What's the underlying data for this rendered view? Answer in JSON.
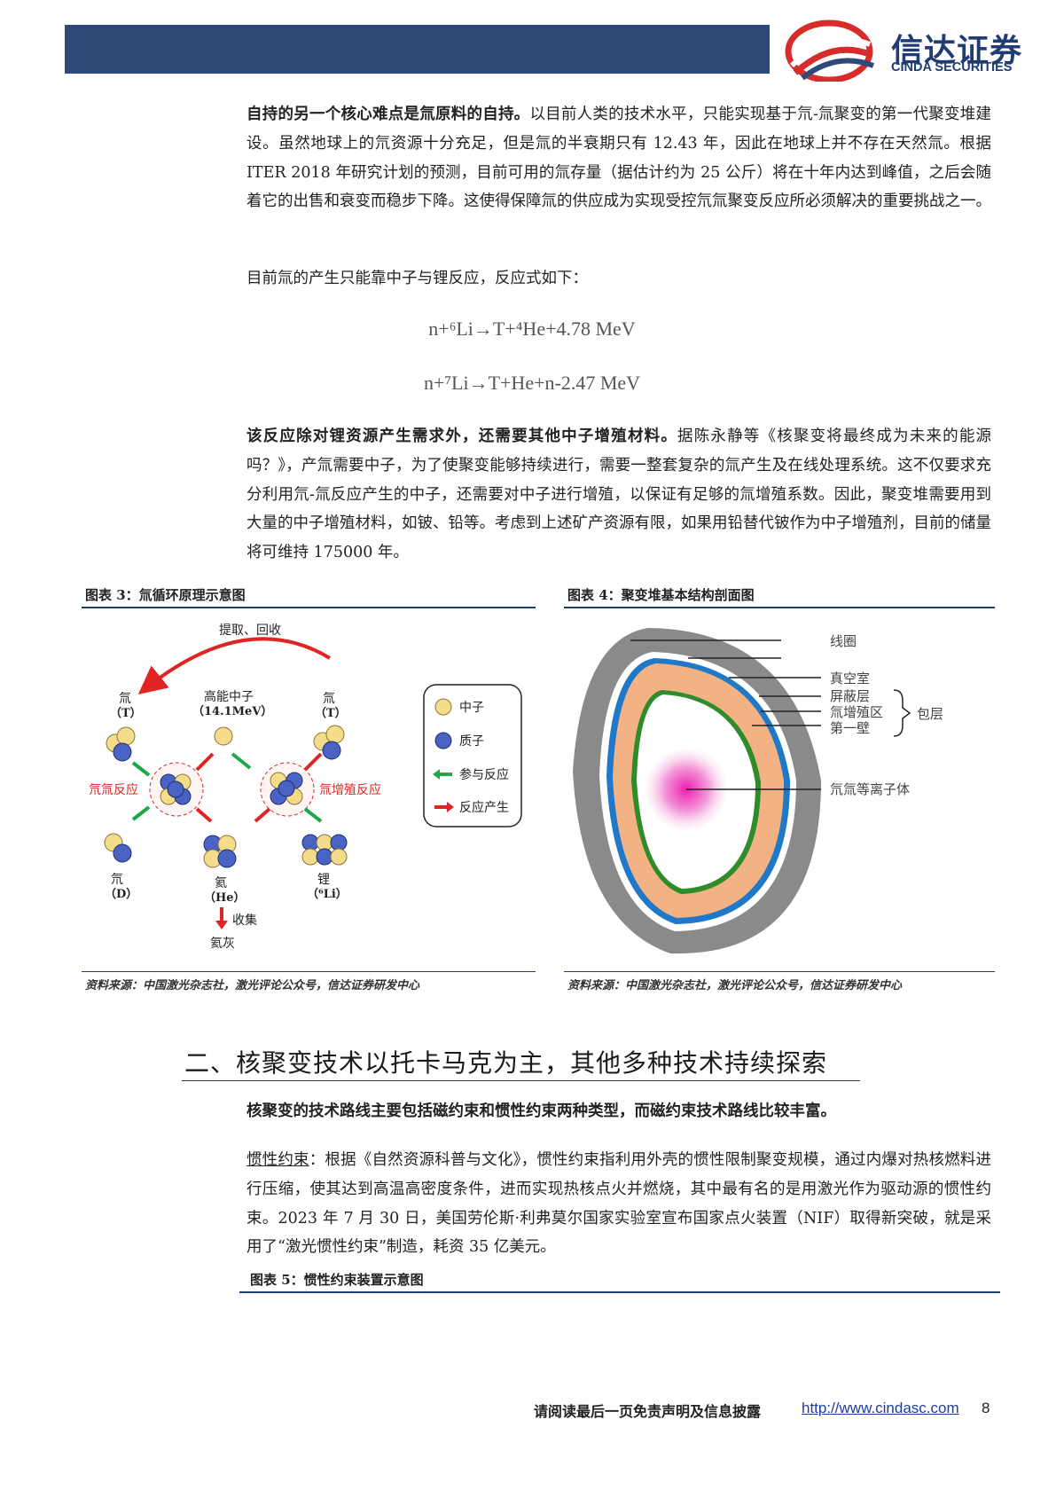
{
  "header": {
    "logo_cn": "信达证券",
    "logo_en": "CINDA SECURITIES",
    "bar_color": "#2d4a78",
    "logo_red": "#d62c2c"
  },
  "body": {
    "p1_bold": "自持的另一个核心难点是氚原料的自持。",
    "p1_rest": "以目前人类的技术水平，只能实现基于氘-氚聚变的第一代聚变堆建设。虽然地球上的氘资源十分充足，但是氚的半衰期只有 12.43 年，因此在地球上并不存在天然氚。根据 ITER 2018 年研究计划的预测，目前可用的氚存量（据估计约为 25 公斤）将在十年内达到峰值，之后会随着它的出售和衰变而稳步下降。这使得保障氚的供应成为实现受控氘氚聚变反应所必须解决的重要挑战之一。",
    "p2": "目前氚的产生只能靠中子与锂反应，反应式如下：",
    "eq1": "n+⁶Li→T+⁴He+4.78 MeV",
    "eq2": "n+⁷Li→T+He+n-2.47 MeV",
    "p3_bold": "该反应除对锂资源产生需求外，还需要其他中子增殖材料。",
    "p3_rest": "据陈永静等《核聚变将最终成为未来的能源吗？》，产氚需要中子，为了使聚变能够持续进行，需要一整套复杂的氚产生及在线处理系统。这不仅要求充分利用氘-氚反应产生的中子，还需要对中子进行增殖，以保证有足够的氚增殖系数。因此，聚变堆需要用到大量的中子增殖材料，如铍、铅等。考虑到上述矿产资源有限，如果用铅替代铍作为中子增殖剂，目前的储量将可维持 175000 年。"
  },
  "figure3": {
    "title": "图表 3：氚循环原理示意图",
    "source": "资料来源：中国激光杂志社，激光评论公众号，信达证券研发中心",
    "labels": {
      "extract": "提取、回收",
      "tritium_left": "氚",
      "tritium_left_sym": "（T）",
      "neutron_high": "高能中子",
      "neutron_energy": "（14.1MeV）",
      "tritium_right": "氚",
      "tritium_right_sym": "（T）",
      "dt_reaction": "氘氚反应",
      "breeding_reaction": "氚增殖反应",
      "deuterium": "氘",
      "deuterium_sym": "（D）",
      "helium": "氦",
      "helium_sym": "（He）",
      "lithium": "锂",
      "lithium_sym": "（⁶Li）",
      "collect": "收集",
      "ash": "氦灰"
    },
    "legend": {
      "neutron": "中子",
      "proton": "质子",
      "participate": "参与反应",
      "produce": "反应产生"
    }
  },
  "figure4": {
    "title": "图表 4：聚变堆基本结构剖面图",
    "source": "资料来源：中国激光杂志社，激光评论公众号，信达证券研发中心",
    "labels": {
      "coil": "线圈",
      "vacuum": "真空室",
      "shield": "屏蔽层",
      "breeding": "氚增殖区",
      "first_wall": "第一壁",
      "blanket": "包层",
      "plasma": "氘氚等离子体"
    }
  },
  "section": {
    "heading": "二、核聚变技术以托卡马克为主，其他多种技术持续探索",
    "lead_bold": "核聚变的技术路线主要包括磁约束和惯性约束两种类型，而磁约束技术路线比较丰富。",
    "p4_label": "惯性约束",
    "p4_rest": "：根据《自然资源科普与文化》，惯性约束指利用外壳的惯性限制聚变规模，通过内爆对热核燃料进行压缩，使其达到高温高密度条件，进而实现热核点火并燃烧，其中最有名的是用激光作为驱动源的惯性约束。2023 年 7 月 30 日，美国劳伦斯·利弗莫尔国家实验室宣布国家点火装置（NIF）取得新突破，就是采用了“激光惯性约束”制造，耗资 35 亿美元。"
  },
  "figure5": {
    "title": "图表 5：惯性约束装置示意图"
  },
  "footer": {
    "disclaimer": "请阅读最后一页免责声明及信息披露",
    "link": "http://www.cindasc.com",
    "page": "8"
  }
}
